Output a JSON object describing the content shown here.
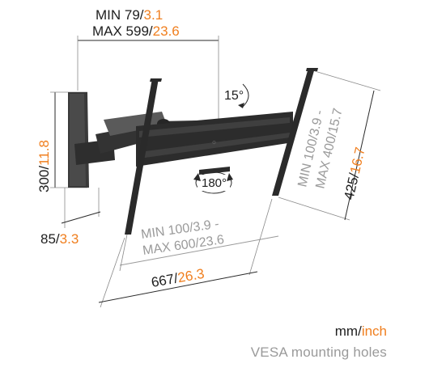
{
  "dimensions": {
    "extension": {
      "min_label": "MIN 79/",
      "min_inch": "3.1",
      "max_label": "MAX 599/",
      "max_inch": "23.6"
    },
    "height": {
      "mm": "300/",
      "inch": "11.8"
    },
    "depth": {
      "mm": "85/",
      "inch": "3.3"
    },
    "vesa_horizontal": {
      "line1": "MIN 100/3.9 -",
      "line2": "MAX 600/23.6"
    },
    "vesa_vertical": {
      "line1": "MIN 100/3.9 -",
      "line2": "MAX 400/15.7"
    },
    "plate_height": {
      "mm": "425/",
      "inch": "16.7"
    },
    "plate_width": {
      "mm": "667/",
      "inch": "26.3"
    }
  },
  "rotation": {
    "tilt": "15°",
    "swivel": "180°"
  },
  "legend": {
    "units_mm": "mm/",
    "units_inch": "inch",
    "caption": "VESA mounting holes"
  },
  "colors": {
    "dark": "#1e1e1e",
    "grey": "#9a9a9a",
    "orange": "#f07f1f",
    "product": "#3a3a3a"
  }
}
